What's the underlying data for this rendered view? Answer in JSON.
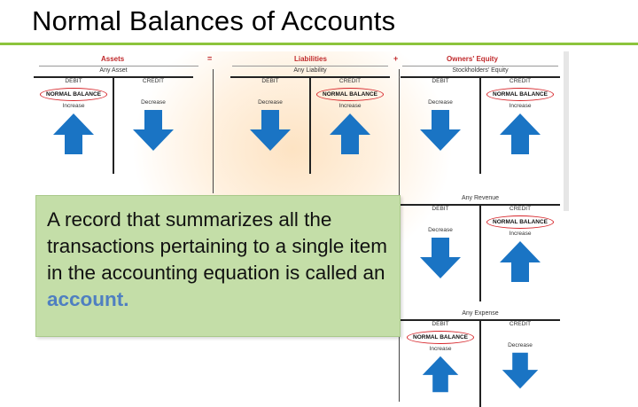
{
  "slide": {
    "title": "Normal Balances of Accounts",
    "accent_color": "#8cc43c"
  },
  "equation": {
    "assets": "Assets",
    "equals": "=",
    "liabilities": "Liabilities",
    "plus": "+",
    "owners_equity": "Owners' Equity",
    "label_color": "#c0292b"
  },
  "accounts": [
    {
      "title": "Any Asset",
      "debit": "DEBIT",
      "credit": "CREDIT",
      "normal_balance": "NORMAL BALANCE",
      "normal_side": "debit",
      "debit_action": "Increase",
      "credit_action": "Decrease",
      "debit_arrow": "up",
      "credit_arrow": "down"
    },
    {
      "title": "Any Liability",
      "debit": "DEBIT",
      "credit": "CREDIT",
      "normal_balance": "NORMAL BALANCE",
      "normal_side": "credit",
      "debit_action": "Decrease",
      "credit_action": "Increase",
      "debit_arrow": "down",
      "credit_arrow": "up"
    },
    {
      "title": "Stockholders' Equity",
      "debit": "DEBIT",
      "credit": "CREDIT",
      "normal_balance": "NORMAL BALANCE",
      "normal_side": "credit",
      "debit_action": "Decrease",
      "credit_action": "Increase",
      "debit_arrow": "down",
      "credit_arrow": "up"
    },
    {
      "title": "Any Revenue",
      "debit": "DEBIT",
      "credit": "CREDIT",
      "normal_balance": "NORMAL BALANCE",
      "normal_side": "credit",
      "debit_action": "Decrease",
      "credit_action": "Increase",
      "debit_arrow": "down",
      "credit_arrow": "up"
    },
    {
      "title": "Any Expense",
      "debit": "DEBIT",
      "credit": "CREDIT",
      "normal_balance": "NORMAL BALANCE",
      "normal_side": "debit",
      "debit_action": "Increase",
      "credit_action": "Decrease",
      "debit_arrow": "up",
      "credit_arrow": "down"
    }
  ],
  "callout": {
    "text_before": "A record that summarizes all the transactions pertaining to a single item in the accounting equation is called an ",
    "keyword": "account.",
    "keyword_color": "#4f7fc1",
    "background": "#c4dea8"
  },
  "colors": {
    "arrow_blue": "#1a74c4",
    "circle_red": "#d7262b"
  }
}
